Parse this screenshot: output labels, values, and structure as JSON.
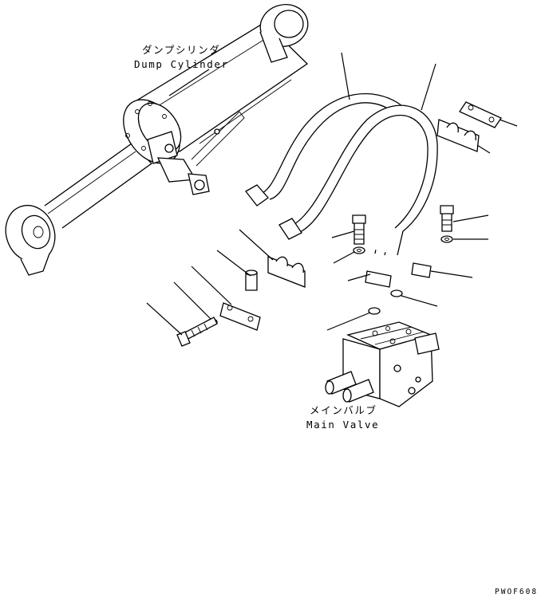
{
  "labels": {
    "dump_cylinder_jp": "ダンプシリンダ",
    "dump_cylinder_en": "Dump Cylinder",
    "main_valve_jp": "メインバルブ",
    "main_valve_en": "Main Valve",
    "drawing_code": "PWOF608"
  }
}
